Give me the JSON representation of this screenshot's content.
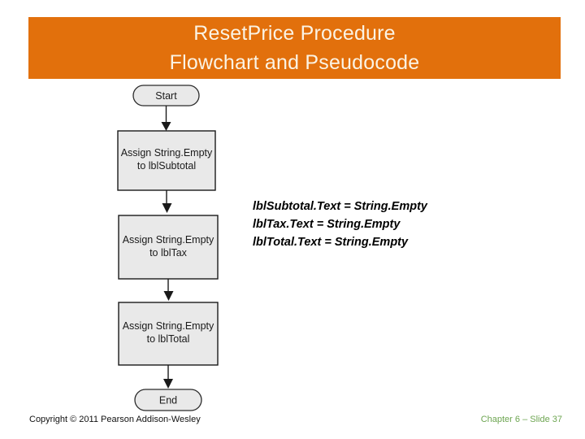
{
  "slide": {
    "title_line1": "ResetPrice Procedure",
    "title_line2": "Flowchart and Pseudocode",
    "banner_color": "#E2700C",
    "title_color": "#FBF3E4"
  },
  "flowchart": {
    "nodes": [
      {
        "id": "start",
        "type": "terminator",
        "label": "Start"
      },
      {
        "id": "assign-subtotal",
        "type": "process",
        "line1": "Assign String.Empty",
        "line2": "to lblSubtotal"
      },
      {
        "id": "assign-tax",
        "type": "process",
        "line1": "Assign String.Empty",
        "line2": "to lblTax"
      },
      {
        "id": "assign-total",
        "type": "process",
        "line1": "Assign String.Empty",
        "line2": "to lblTotal"
      },
      {
        "id": "end",
        "type": "terminator",
        "label": "End"
      }
    ],
    "shape_fill": "#E9E9E9",
    "shape_stroke": "#1a1a1a"
  },
  "pseudocode": {
    "lines": [
      "lblSubtotal.Text = String.Empty",
      "lblTax.Text = String.Empty",
      "lblTotal.Text = String.Empty"
    ]
  },
  "footer": {
    "copyright": "Copyright © 2011 Pearson Addison-Wesley",
    "chapter_slide": "Chapter 6 – Slide 37",
    "chapter_slide_color": "#6DA551"
  }
}
